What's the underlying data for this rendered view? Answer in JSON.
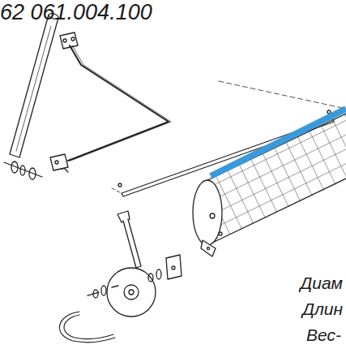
{
  "diagram": {
    "labels": [
      "62 061.004.100",
      "Диам",
      "Длин",
      "Вес-"
    ]
  }
}
